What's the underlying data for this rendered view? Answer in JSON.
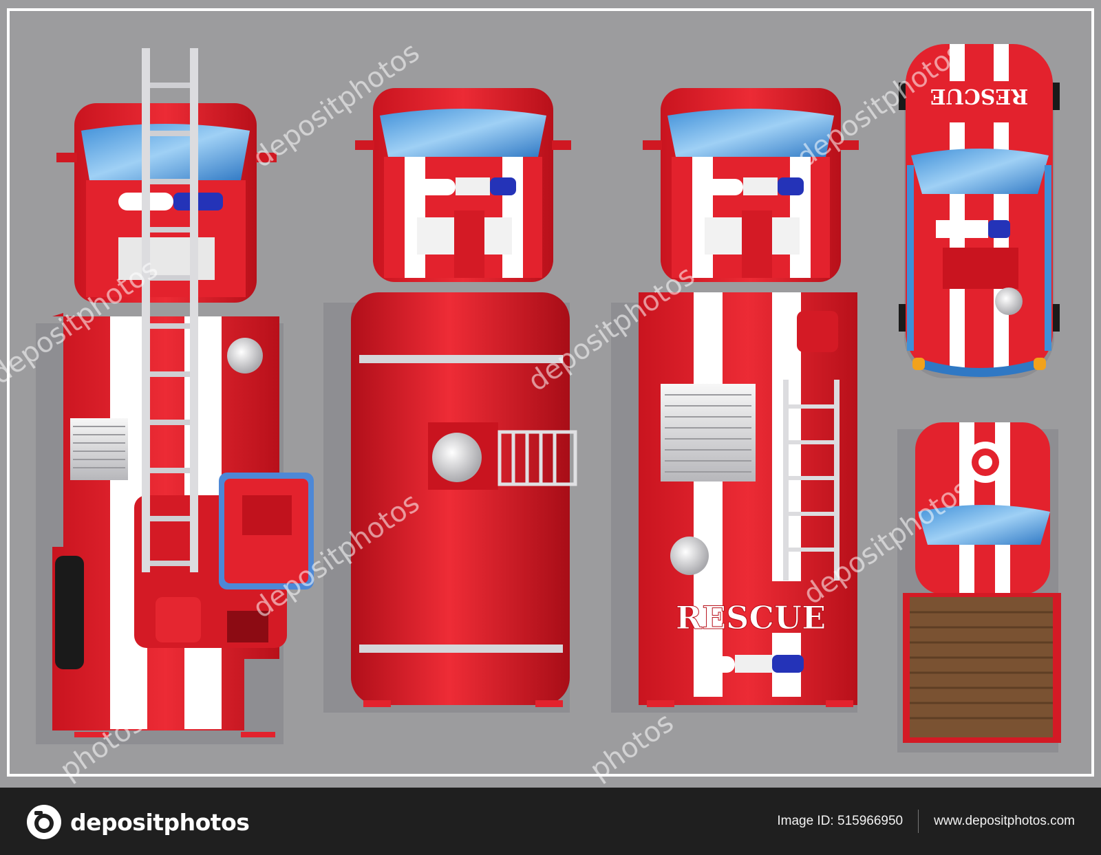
{
  "scene": {
    "rescue_text_main": "RESCUE",
    "rescue_text_car": "RESCUE",
    "watermark": "depositphotos",
    "watermark_short": "photos"
  },
  "colors": {
    "background": "#9c9c9e",
    "truck_red": "#e3222d",
    "stripe_white": "#ffffff",
    "glass_blue": "#5aa7e6",
    "light_blue": "#2433b8",
    "wood": "#7a5232",
    "footer": "#1f1f1f"
  },
  "footer": {
    "brand": "depositphotos",
    "brand_icon": "camera-icon",
    "image_id_label": "Image ID:",
    "image_id": "515966950",
    "url": "www.depositphotos.com"
  }
}
